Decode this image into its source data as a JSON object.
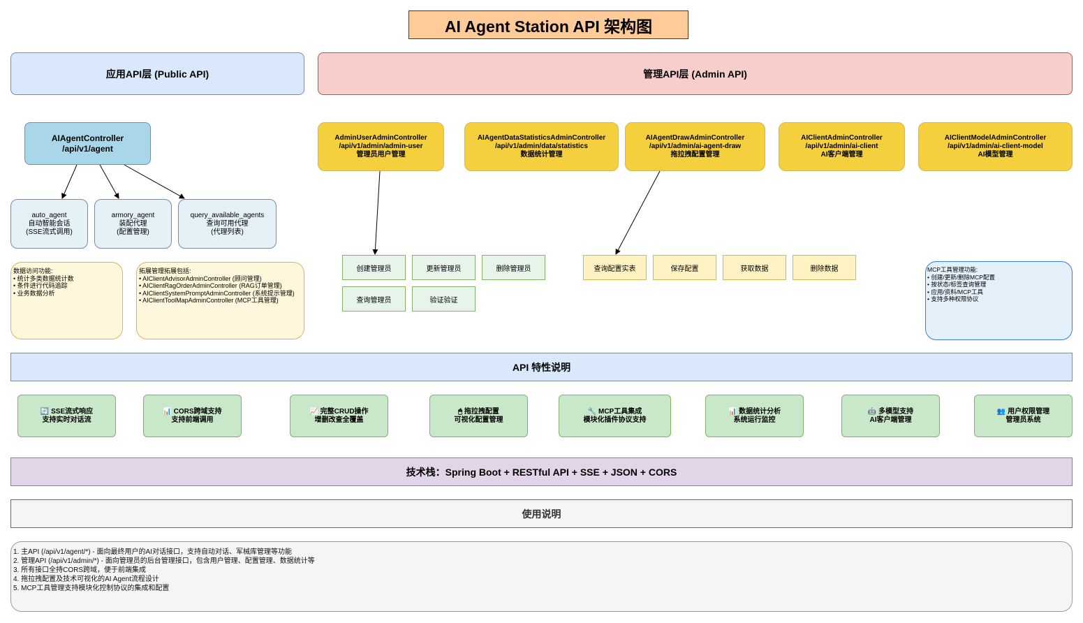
{
  "title": "AI Agent Station API 架构图",
  "layers": {
    "public": "应用API层 (Public API)",
    "admin": "管理API层 (Admin API)"
  },
  "public_controller": {
    "name": "AIAgentController",
    "path": "/api/v1/agent"
  },
  "public_endpoints": [
    {
      "name": "auto_agent",
      "desc": "自动智能会话",
      "note": "(SSE流式调用)"
    },
    {
      "name": "armory_agent",
      "desc": "装配代理",
      "note": "(配置管理)"
    },
    {
      "name": "query_available_agents",
      "desc": "查询可用代理",
      "note": "(代理列表)"
    }
  ],
  "notes": {
    "data_access": [
      "数据访问功能:",
      "• 统计多类数据统计数",
      "• 条件进行代码追踪",
      "• 业务数据分析"
    ],
    "extension": [
      "拓展管理拓展包括:",
      "• AIClientAdvisorAdminController (顾问管理)",
      "• AIClientRagOrderAdminController (RAG订单管理)",
      "• AIClientSystemPromptAdminController (系统提示管理)",
      "• AIClientToolMapAdminController (MCP工具管理)"
    ],
    "mcp": [
      "MCP工具管理功能:",
      "• 创建/更新/删除MCP配置",
      "• 按状态/标签查询管理",
      "• 应用/资料/MCP工具",
      "• 支持多种权限协议"
    ]
  },
  "admin_controllers": [
    {
      "name": "AdminUserAdminController",
      "path": "/api/v1/admin/admin-user",
      "desc": "管理员用户管理"
    },
    {
      "name": "AIAgentDataStatisticsAdminController",
      "path": "/api/v1/admin/data/statistics",
      "desc": "数据统计管理"
    },
    {
      "name": "AIAgentDrawAdminController",
      "path": "/api/v1/admin/ai-agent-draw",
      "desc": "拖拉拽配置管理"
    },
    {
      "name": "AIClientAdminController",
      "path": "/api/v1/admin/ai-client",
      "desc": "AI客户端管理"
    },
    {
      "name": "AIClientModelAdminController",
      "path": "/api/v1/admin/ai-client-model",
      "desc": "AI模型管理"
    }
  ],
  "user_ops": [
    "创建管理员",
    "更新管理员",
    "删除管理员",
    "查询管理员",
    "验证验证"
  ],
  "draw_ops": [
    "查询配置实表",
    "保存配置",
    "获取数据",
    "删除数据"
  ],
  "features_title": "API 特性说明",
  "features": [
    {
      "icon": "🔄",
      "title": "SSE流式响应",
      "desc": "支持实时对话流"
    },
    {
      "icon": "📊",
      "title": "CORS跨域支持",
      "desc": "支持前端调用"
    },
    {
      "icon": "📈",
      "title": "完整CRUD操作",
      "desc": "增删改查全覆盖"
    },
    {
      "icon": "🖱",
      "title": "拖拉拽配置",
      "desc": "可视化配置管理"
    },
    {
      "icon": "🔧",
      "title": "MCP工具集成",
      "desc": "模块化插件协议支持"
    },
    {
      "icon": "📊",
      "title": "数据统计分析",
      "desc": "系统运行监控"
    },
    {
      "icon": "🤖",
      "title": "多模型支持",
      "desc": "AI客户端管理"
    },
    {
      "icon": "👥",
      "title": "用户权限管理",
      "desc": "管理员系统"
    }
  ],
  "tech_stack": "技术栈：Spring Boot + RESTful API + SSE + JSON + CORS",
  "usage_title": "使用说明",
  "usage": [
    "1. 主API (/api/v1/agent/*) - 面向最终用户的AI对话接口，支持自动对话、军械库管理等功能",
    "2. 管理API (/api/v1/admin/*) - 面向管理员的后台管理接口，包含用户管理、配置管理、数据统计等",
    "3. 所有接口全持CORS跨域，便于前端集成",
    "4. 拖拉拽配置及技术可视化的AI Agent流程设计",
    "5. MCP工具管理支持模块化控制协议的集成和配置"
  ],
  "colors": {
    "title_bg": "#ffcc99",
    "public_layer": "#dae8fc",
    "admin_layer": "#f8cecc",
    "controller_yellow": "#f4d03f",
    "feature_green": "#c9e7c9",
    "tech_purple": "#e1d5e7"
  }
}
